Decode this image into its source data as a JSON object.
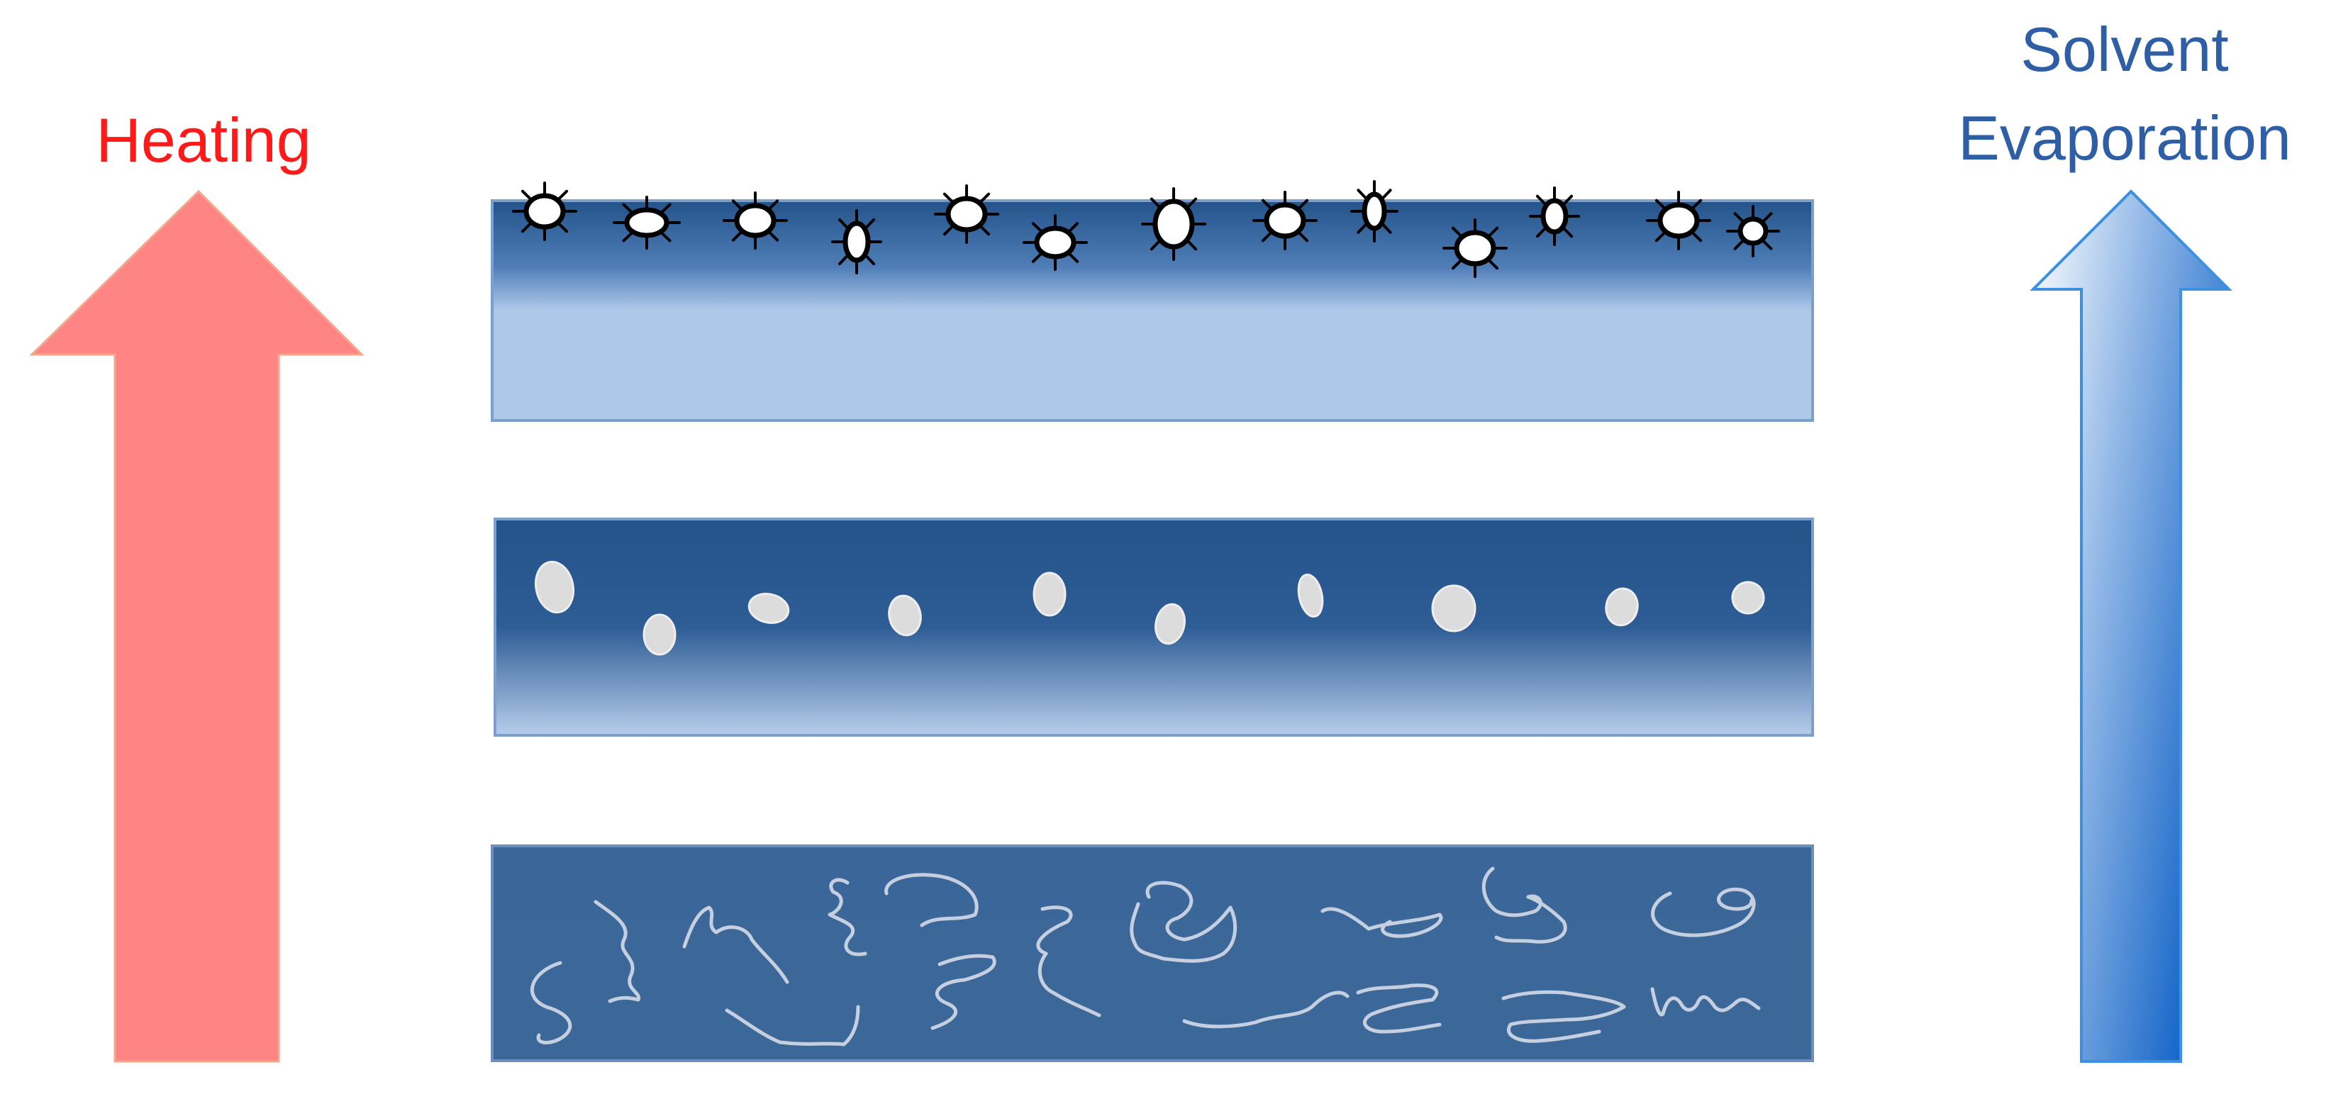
{
  "labels": {
    "left": "Heating",
    "right_line1": "Solvent",
    "right_line2": "Evaporation"
  },
  "colors": {
    "heating_text": "#ff1a1a",
    "heating_arrow": "#ff8585",
    "solvent_text": "#2e5ea6",
    "solvent_arrow_dark": "#1565c8",
    "solvent_arrow_light": "#ffffff",
    "band_dark": "#24538a",
    "band_mid": "#3d6aa0",
    "band_light": "#aec8ea",
    "band_border": "#7c9fcc",
    "particle_fill": "#ffffff",
    "particle_spike": "#000000",
    "granule_fill": "#dcdcdc",
    "chain_stroke": "#c5cfe0"
  },
  "icons": {
    "top_layer_particle": "spiky-sun-particle-icon",
    "middle_layer_particle": "granule-icon",
    "bottom_layer_particle": "polymer-chain-icon"
  },
  "layers": [
    {
      "id": "top",
      "description_shown": ""
    },
    {
      "id": "middle",
      "description_shown": ""
    },
    {
      "id": "bottom",
      "description_shown": ""
    }
  ]
}
